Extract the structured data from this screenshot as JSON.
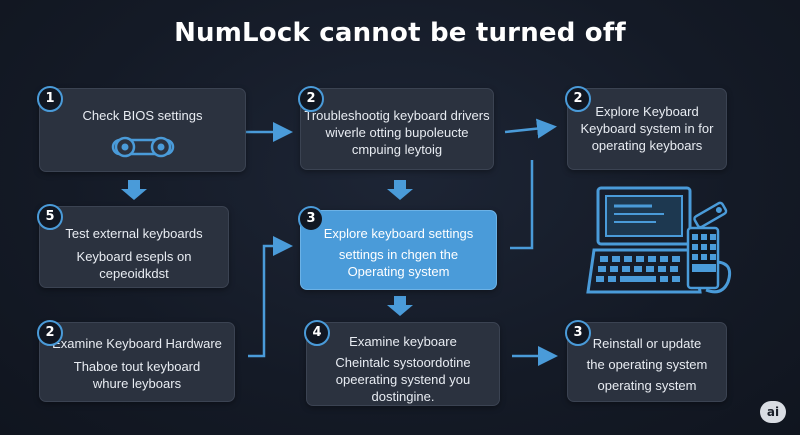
{
  "title": "NumLock cannot be turned off",
  "steps": [
    {
      "number": "1",
      "lines": [
        "Check BIOS settings"
      ]
    },
    {
      "number": "2",
      "lines": [
        "Troubleshootig keyboard drivers",
        "wiverle otting bupoleucte",
        "cmpuing leytoig"
      ]
    },
    {
      "number": "2",
      "lines": [
        "Explore Keyboard",
        "Keyboard system in for",
        "operating keyboars"
      ]
    },
    {
      "number": "5",
      "lines": [
        "Test external keyboards",
        "Keyboard esepls on",
        "cepeoidkdst"
      ]
    },
    {
      "number": "3",
      "lines": [
        "Explore keyboard settings",
        "settings in chgen the",
        "Operating system"
      ]
    },
    {
      "number": "2",
      "lines": [
        "Examine Keyboard Hardware",
        "Thaboe tout keyboard",
        "whure leyboars"
      ]
    },
    {
      "number": "4",
      "lines": [
        "Examine keyboare",
        "Cheintalc systoordotine",
        "opeerating systend you",
        "dostingine."
      ]
    },
    {
      "number": "3",
      "lines": [
        "Reinstall or update",
        "the operating system",
        "operating system"
      ]
    }
  ],
  "icons": {
    "bios": "toggle-switch-icon",
    "computer": "computer-keyboard-illustration-icon"
  },
  "watermark": "ai",
  "colors": {
    "background": "#141a26",
    "card": "#2b323f",
    "accent": "#4a9bd9",
    "highlight": "#4a9bd9"
  }
}
